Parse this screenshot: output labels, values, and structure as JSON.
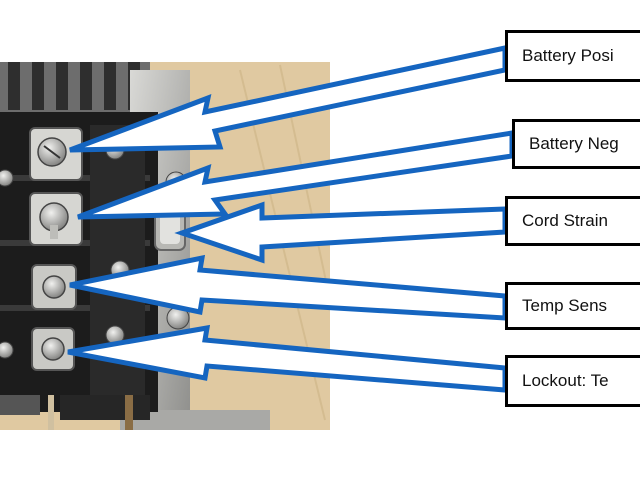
{
  "figure": {
    "labels": [
      {
        "id": "battery-positive",
        "text": "Battery Posi"
      },
      {
        "id": "battery-negative",
        "text": "Battery Neg"
      },
      {
        "id": "cord-strain",
        "text": "Cord Strain"
      },
      {
        "id": "temp-sensor",
        "text": "Temp Sens"
      },
      {
        "id": "lockout",
        "text": "Lockout: Te"
      }
    ],
    "colors": {
      "arrow": "#1565c0",
      "arrow_fill": "#ffffff",
      "box_border": "#000000",
      "wood": "#dcc49a",
      "block": "#1c1c1c"
    }
  }
}
